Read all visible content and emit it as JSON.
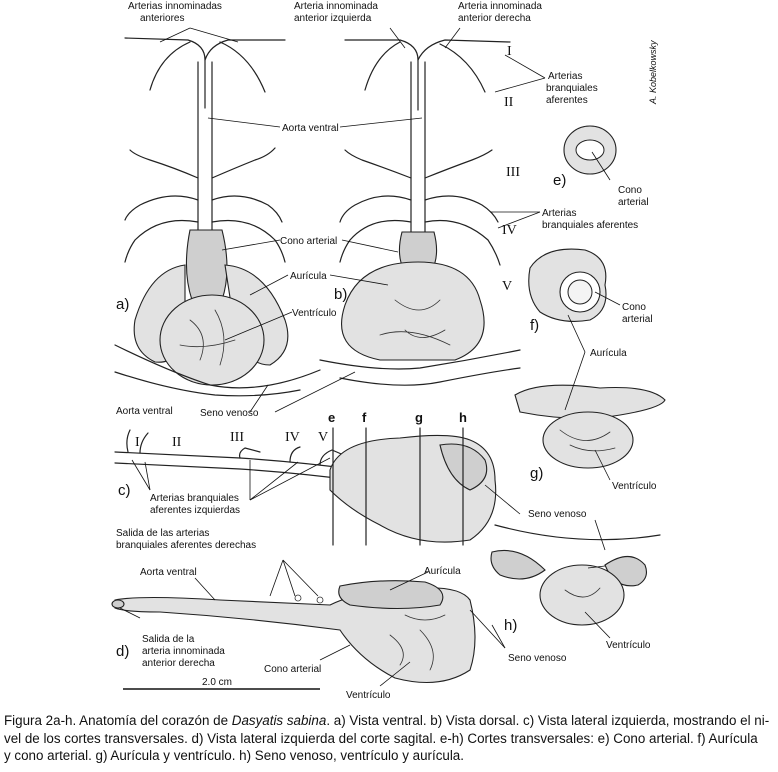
{
  "figure": {
    "labels": {
      "arterias_innominadas_anteriores_1": "Arterias innominadas",
      "arterias_innominadas_anteriores_2": "anteriores",
      "arteria_innominada_izq_1": "Arteria innominada",
      "arteria_innominada_izq_2": "anterior izquierda",
      "arteria_innominada_der_1": "Arteria innominada",
      "arteria_innominada_der_2": "anterior derecha",
      "arterias_branq_af_top_1": "Arterias",
      "arterias_branq_af_top_2": "branquiales",
      "arterias_branq_af_top_3": "aferentes",
      "aorta_ventral_top": "Aorta ventral",
      "arterias_branq_af_mid_1": "Arterias",
      "arterias_branq_af_mid_2": "branquiales aferentes",
      "cono_arterial_top": "Cono arterial",
      "auricula_top": "Aurícula",
      "ventriculo_top": "Ventrículo",
      "seno_venoso_top": "Seno venoso",
      "aorta_ventral_c": "Aorta ventral",
      "arterias_branq_izq_1": "Arterias branquiales",
      "arterias_branq_izq_2": "aferentes izquierdas",
      "salida_arterias_der_1": "Salida de las arterias",
      "salida_arterias_der_2": "branquiales aferentes derechas",
      "aorta_ventral_d": "Aorta ventral",
      "auricula_d": "Aurícula",
      "salida_arteria_innominada_1": "Salida de la",
      "salida_arteria_innominada_2": "arteria innominada",
      "salida_arteria_innominada_3": "anterior derecha",
      "cono_arterial_d": "Cono arterial",
      "ventriculo_d": "Ventrículo",
      "seno_venoso_d": "Seno venoso",
      "cono_arterial_e_1": "Cono",
      "cono_arterial_e_2": "arterial",
      "cono_arterial_f_1": "Cono",
      "cono_arterial_f_2": "arterial",
      "auricula_fg": "Aurícula",
      "ventriculo_g": "Ventrículo",
      "seno_venoso_g": "Seno venoso",
      "ventriculo_h": "Ventrículo",
      "scale_bar": "2.0 cm",
      "author": "A. Kobelkowsky"
    },
    "roman": {
      "top_I": "I",
      "top_II": "II",
      "top_III": "III",
      "top_IV": "IV",
      "top_V": "V",
      "c_I": "I",
      "c_II": "II",
      "c_III": "III",
      "c_IV": "IV",
      "c_V": "V"
    },
    "panels": {
      "a": "a)",
      "b": "b)",
      "c": "c)",
      "d": "d)",
      "e": "e)",
      "f": "f)",
      "g": "g)",
      "h": "h)"
    },
    "section_marks": {
      "e": "e",
      "f": "f",
      "g": "g",
      "h": "h"
    }
  },
  "caption": {
    "lead": "Figura 2a-h. Anatomía del corazón de ",
    "species": "Dasyatis sabina",
    "rest_line1": ". a) Vista ventral. b) Vista dorsal. c) Vista lateral izquierda, mostrando el ni-",
    "line2": "vel de los cortes transversales. d) Vista lateral izquierda del corte sagital. e-h) Cortes transversales: e) Cono arterial. f) Aurícula",
    "line3": "y cono arterial. g) Aurícula y ventrículo. h) Seno venoso, ventrículo y aurícula."
  }
}
